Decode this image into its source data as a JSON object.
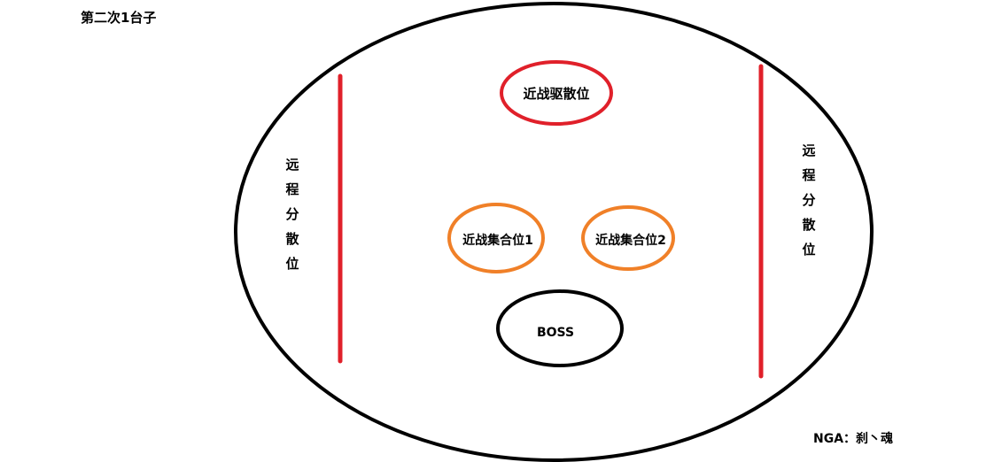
{
  "title": "第二次1台子",
  "credit": "NGA：刹丶魂",
  "colors": {
    "arena": "#000000",
    "ranged": "#e0202a",
    "melee_disperse": "#e0202a",
    "melee_stack": "#f08028",
    "boss": "#000000"
  },
  "positions": {
    "melee_disperse": "近战驱散位",
    "melee_stack_1": "近战集合位1",
    "melee_stack_2": "近战集合位2",
    "boss": "BOSS",
    "ranged_left": [
      "远",
      "程",
      "分",
      "散",
      "位"
    ],
    "ranged_right": [
      "远",
      "程",
      "分",
      "散",
      "位"
    ]
  }
}
